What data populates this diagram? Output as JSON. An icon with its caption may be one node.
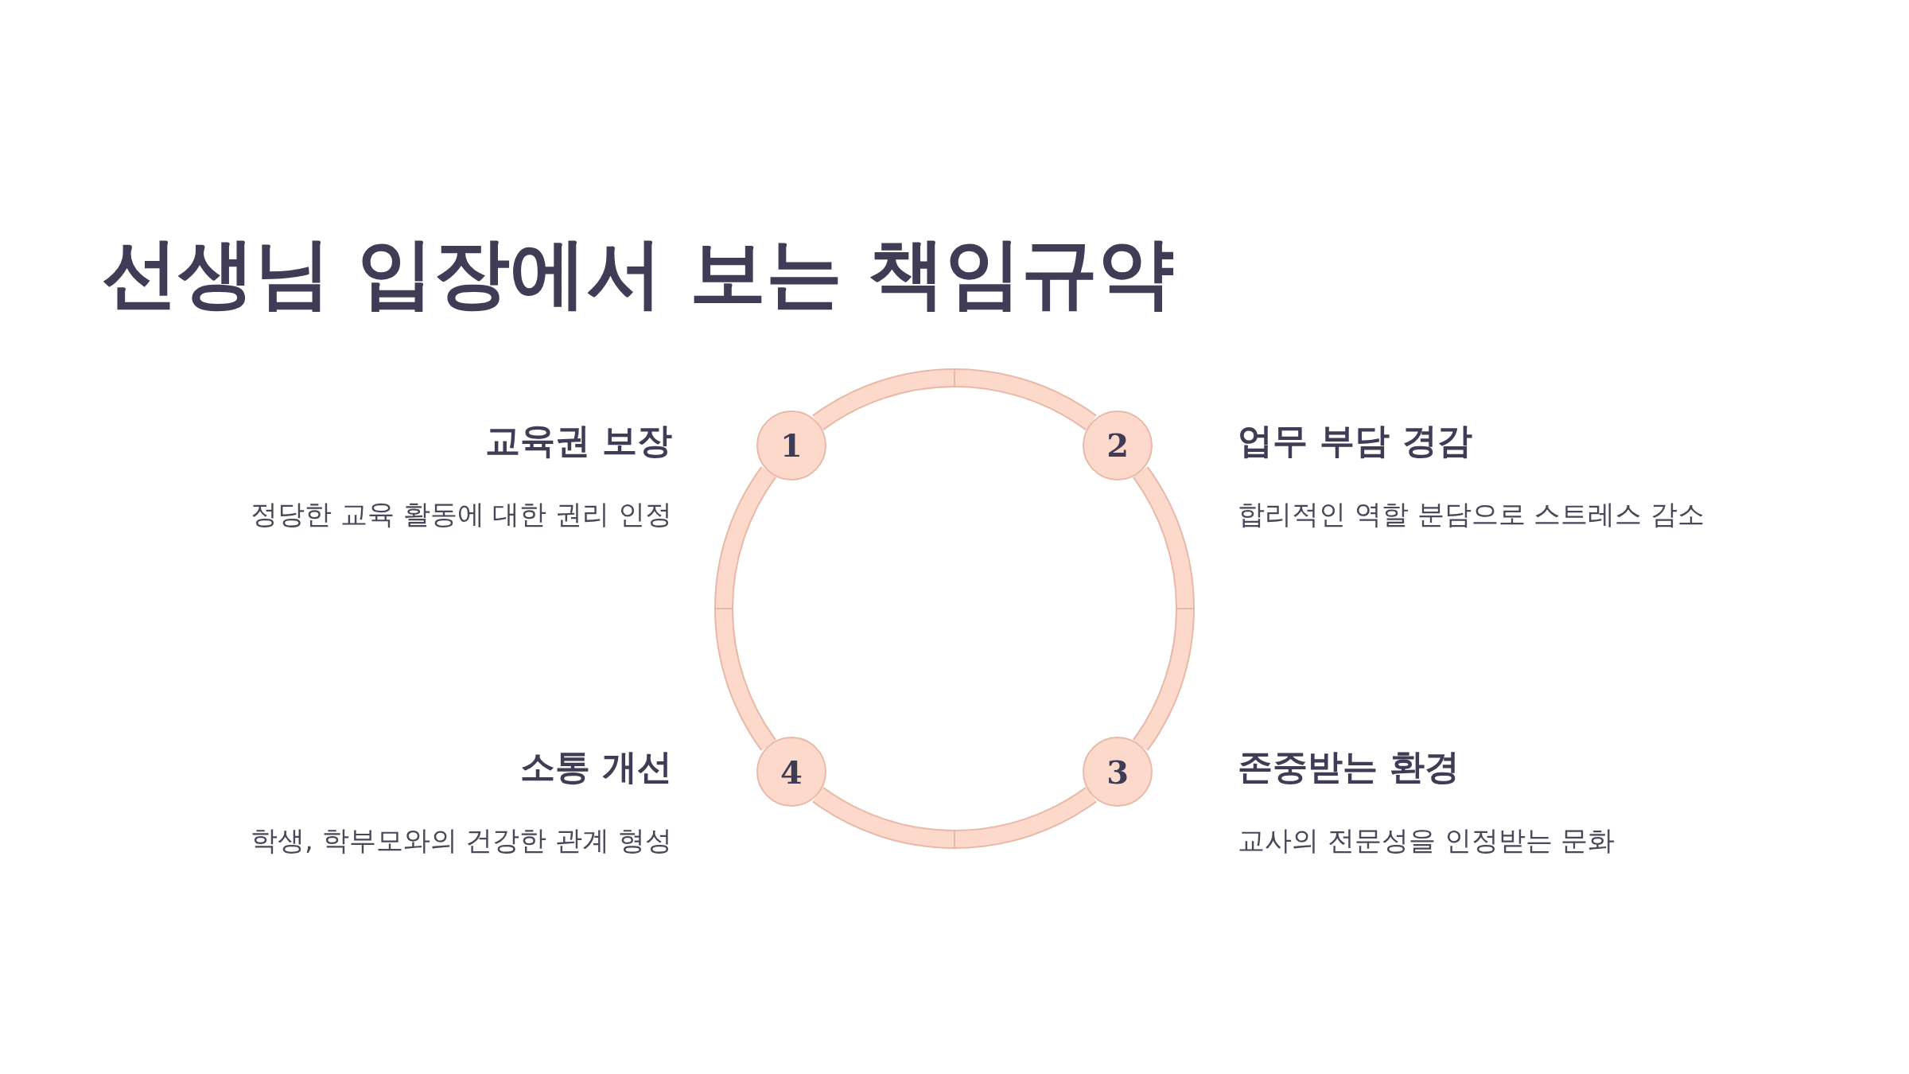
{
  "diagram": {
    "title": "선생님 입장에서 보는 책임규약",
    "nodes": [
      {
        "text": [
          "1"
        ],
        "beside": [
          "교육권 보장",
          "정당한 교육 활동에 대한 권리 인정"
        ]
      },
      {
        "text": [
          "2"
        ],
        "beside": [
          "업무 부담 경감",
          "합리적인 역할 분담으로 스트레스 감소"
        ]
      },
      {
        "text": [
          "3"
        ],
        "beside": [
          "존중받는 환경",
          "교사의 전문성을 인정받는 문화"
        ]
      },
      {
        "text": [
          "4"
        ],
        "beside": [
          "소통 개선",
          "학생, 학부모와의 건강한 관계 형성"
        ]
      }
    ],
    "edges": [
      {
        "from": 0,
        "to": 1,
        "arrow": "none"
      },
      {
        "from": 1,
        "to": 2,
        "arrow": "none"
      },
      {
        "from": 2,
        "to": 3,
        "arrow": "none"
      },
      {
        "from": 3,
        "to": 0,
        "arrow": "none"
      }
    ]
  }
}
